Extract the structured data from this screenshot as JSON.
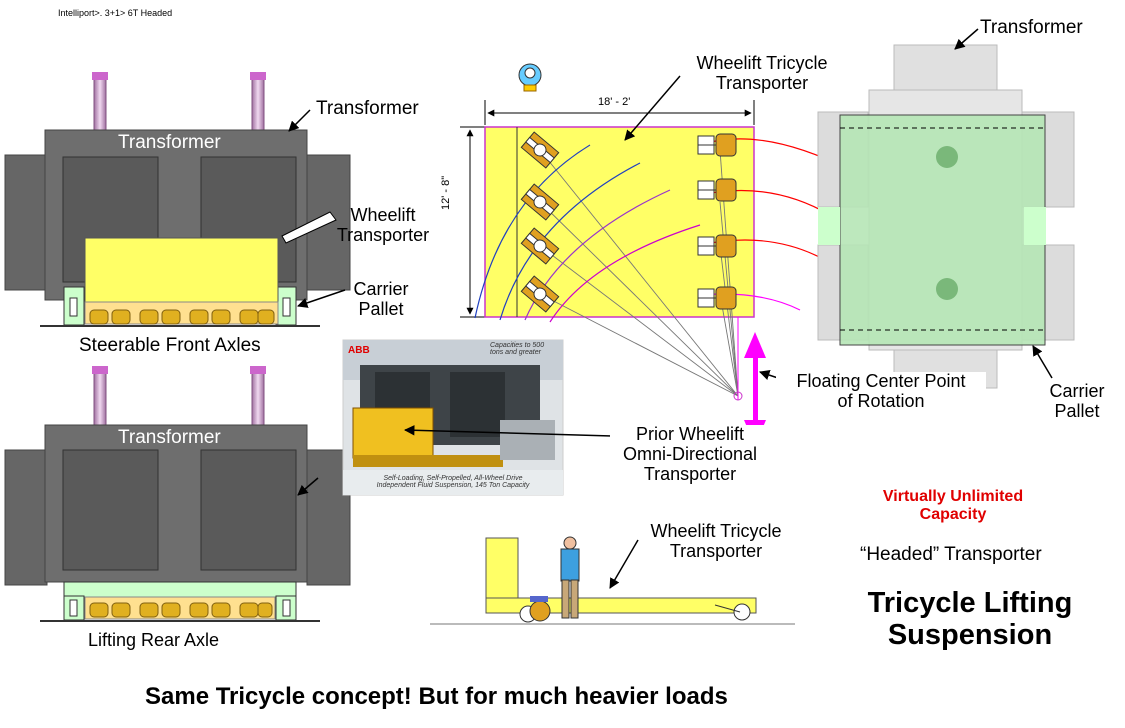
{
  "header": {
    "id_text": "Intelliport>. 3+1> 6T  Headed"
  },
  "left": {
    "front": {
      "transformer_inner": "Transformer",
      "transformer_callout": "Transformer",
      "wheelift_l1": "Wheelift",
      "wheelift_l2": "Transporter",
      "carrier_l1": "Carrier",
      "carrier_l2": "Pallet",
      "caption": "Steerable Front Axles"
    },
    "rear": {
      "transformer_inner": "Transformer",
      "caption": "Lifting Rear Axle"
    }
  },
  "center": {
    "dim_width": "18' - 2'",
    "dim_height": "12' - 8\"",
    "tricycle_top_l1": "Wheelift Tricycle",
    "tricycle_top_l2": "Transporter",
    "floating_l1": "Floating Center Point",
    "floating_l2": "of Rotation",
    "prior_l1": "Prior Wheelift",
    "prior_l2": "Omni-Directional",
    "prior_l3": "Transporter",
    "photo_logo": "ABB",
    "photo_caption_top": "Capacities to 500 tons and greater",
    "photo_caption_l1": "Self-Loading, Self-Propelled, All-Wheel Drive",
    "photo_caption_l2": "Independent Fluid Suspension, 145 Ton Capacity",
    "tricycle_bottom_l1": "Wheelift Tricycle",
    "tricycle_bottom_l2": "Transporter"
  },
  "right": {
    "transformer": "Transformer",
    "carrier_l1": "Carrier",
    "carrier_l2": "Pallet",
    "unlimited_l1": "Virtually Unlimited",
    "unlimited_l2": "Capacity",
    "headed": "“Headed” Transporter",
    "title_l1": "Tricycle Lifting",
    "title_l2": "Suspension"
  },
  "footer": {
    "tagline": "Same Tricycle concept!  But for much heavier loads"
  },
  "colors": {
    "transformer_body": "#6e6e6e",
    "transformer_panel": "#555555",
    "transporter_yellow": "#ffff66",
    "pallet_green": "#ccffcc",
    "bushing_purple": "#cc99cc",
    "arrow_magenta": "#ff00ff",
    "callout_red": "#e00000"
  }
}
